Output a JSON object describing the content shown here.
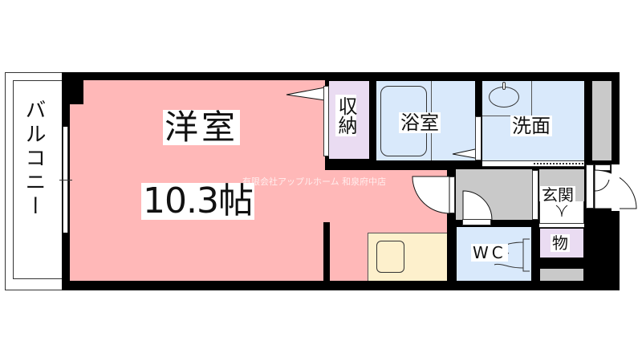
{
  "floor_plan": {
    "rooms": {
      "balcony": {
        "label": "バルコニー"
      },
      "western_room": {
        "label": "洋室",
        "size": "10.3帖"
      },
      "storage": {
        "label": "収納"
      },
      "bathroom": {
        "label": "浴室"
      },
      "washroom": {
        "label": "洗面"
      },
      "entrance": {
        "label": "玄関"
      },
      "wc": {
        "label": "WC"
      },
      "closet": {
        "label": "物"
      }
    },
    "watermark": "有限会社アップルホーム 和泉府中店",
    "colors": {
      "western_room": "#ffb8b8",
      "wet_areas": "#d9e9fb",
      "storage": "#eadcf2",
      "hallway": "#c9c9c9",
      "kitchen": "#fdf0cc",
      "walls": "#000000"
    }
  }
}
